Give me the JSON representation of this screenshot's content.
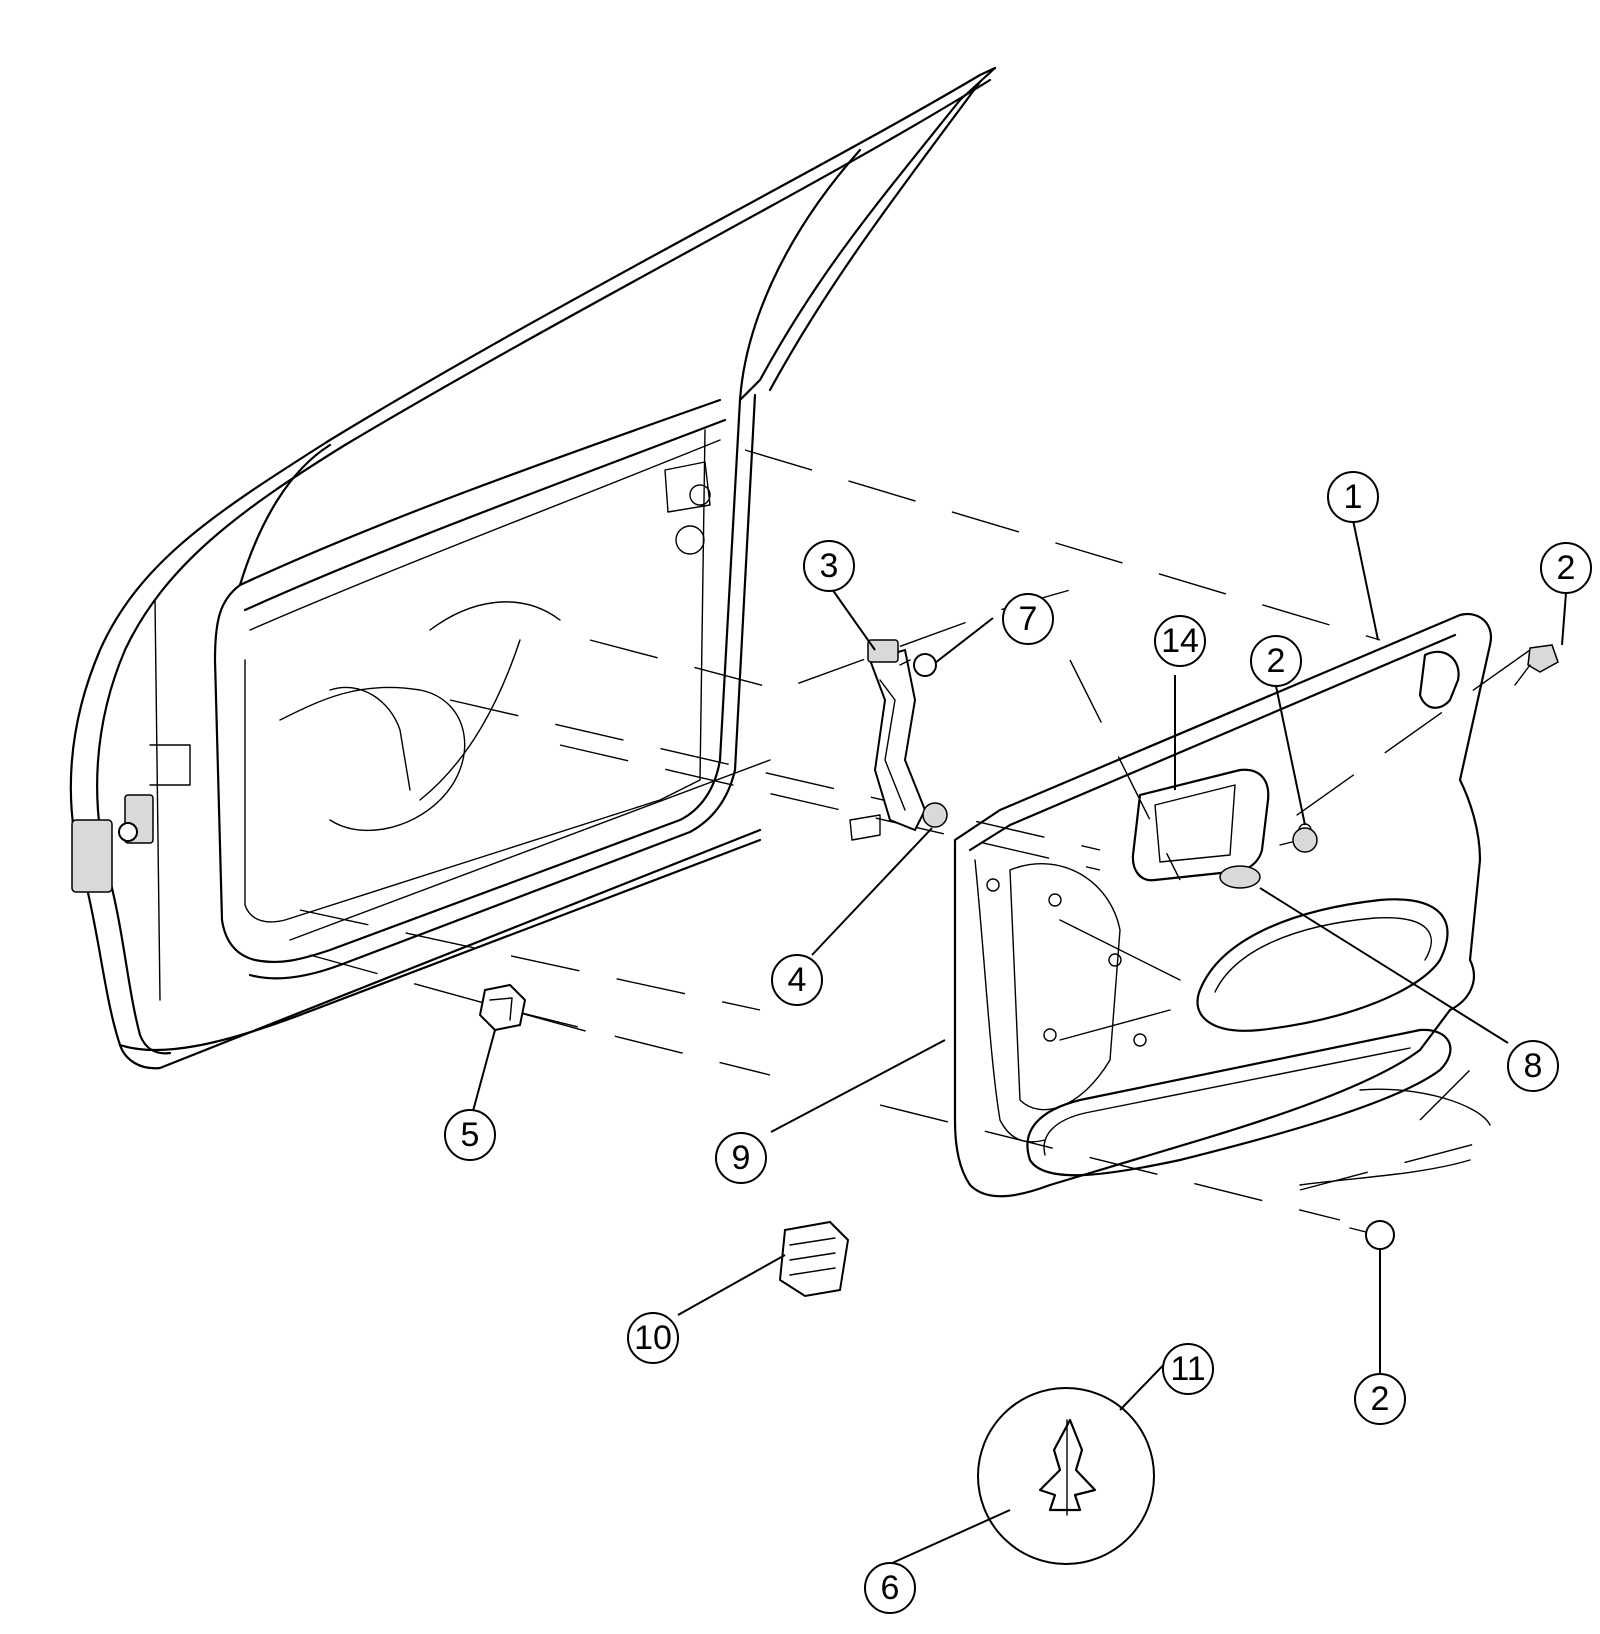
{
  "diagram": {
    "callouts": [
      {
        "id": "c1",
        "label": "1"
      },
      {
        "id": "c2a",
        "label": "2"
      },
      {
        "id": "c2b",
        "label": "2"
      },
      {
        "id": "c2c",
        "label": "2"
      },
      {
        "id": "c3",
        "label": "3"
      },
      {
        "id": "c4",
        "label": "4"
      },
      {
        "id": "c5",
        "label": "5"
      },
      {
        "id": "c6",
        "label": "6"
      },
      {
        "id": "c7",
        "label": "7"
      },
      {
        "id": "c8",
        "label": "8"
      },
      {
        "id": "c9",
        "label": "9"
      },
      {
        "id": "c10",
        "label": "10"
      },
      {
        "id": "c11",
        "label": "11"
      },
      {
        "id": "c14",
        "label": "14"
      }
    ]
  }
}
